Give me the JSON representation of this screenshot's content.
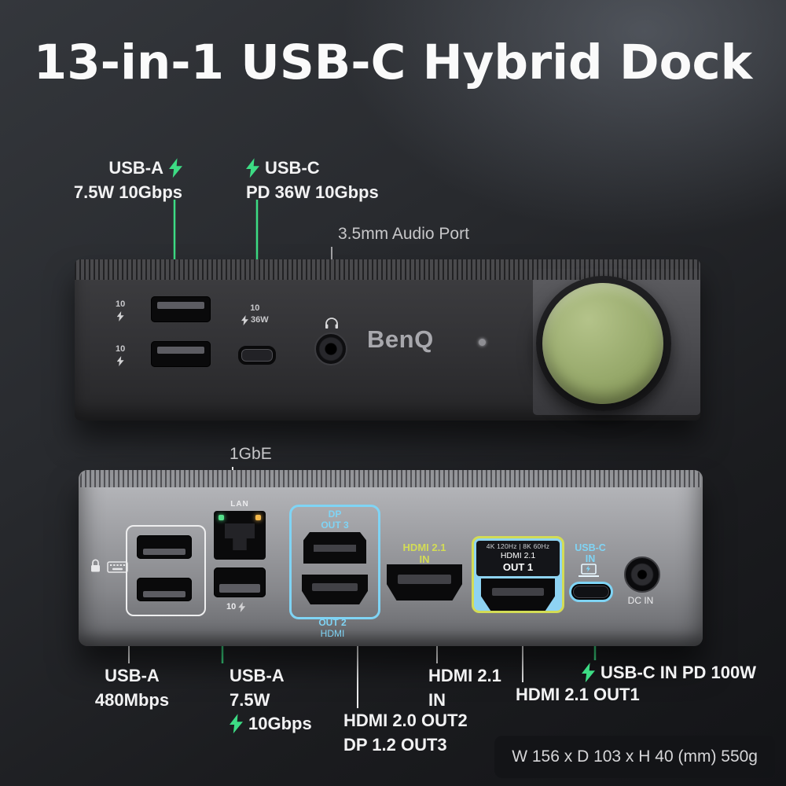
{
  "title": "13-in-1 USB-C Hybrid Dock",
  "colors": {
    "accent_green": "#3ddc84",
    "accent_blue": "#7fd4f5",
    "accent_yellow": "#d3dc55",
    "knob_green": "#97a96b"
  },
  "front": {
    "usb_a_label": {
      "line1": "USB-A",
      "line2": "7.5W 10Gbps"
    },
    "usb_c_label": {
      "line1": "USB-C",
      "line2": "PD 36W 10Gbps"
    },
    "audio_label": "3.5mm Audio Port",
    "brand": "BenQ",
    "markings": {
      "usb_speed": "10",
      "usb_c_watt": "36W"
    }
  },
  "rear": {
    "lan_callout": "1GbE",
    "lan_print": "LAN",
    "usb_speed": "10",
    "dp_label": {
      "line1": "DP",
      "line2": "OUT 3"
    },
    "out2_label": {
      "line1": "OUT 2",
      "line2": "HDMI"
    },
    "hdmi_in_label": {
      "line1": "HDMI 2.1",
      "line2": "IN"
    },
    "out1_spec": "4K 120Hz | 8K 60Hz",
    "out1_label": {
      "line1": "HDMI 2.1",
      "line2": "OUT 1"
    },
    "usb_c_label": {
      "line1": "USB-C",
      "line2": "IN"
    },
    "dc_label": "DC IN"
  },
  "callouts": {
    "usb_a_480": {
      "line1": "USB-A",
      "line2": "480Mbps"
    },
    "usb_a_75": {
      "line1": "USB-A",
      "line2": "7.5W",
      "line3": "10Gbps"
    },
    "hdmi_in": {
      "line1": "HDMI 2.1",
      "line2": "IN"
    },
    "hdmi_out23": {
      "line1": "HDMI 2.0 OUT2",
      "line2": "DP 1.2 OUT3"
    },
    "hdmi_out1": "HDMI 2.1 OUT1",
    "usb_c_in": "USB-C IN PD 100W"
  },
  "spec_badge": "W 156 x D 103 x H 40 (mm) 550g"
}
